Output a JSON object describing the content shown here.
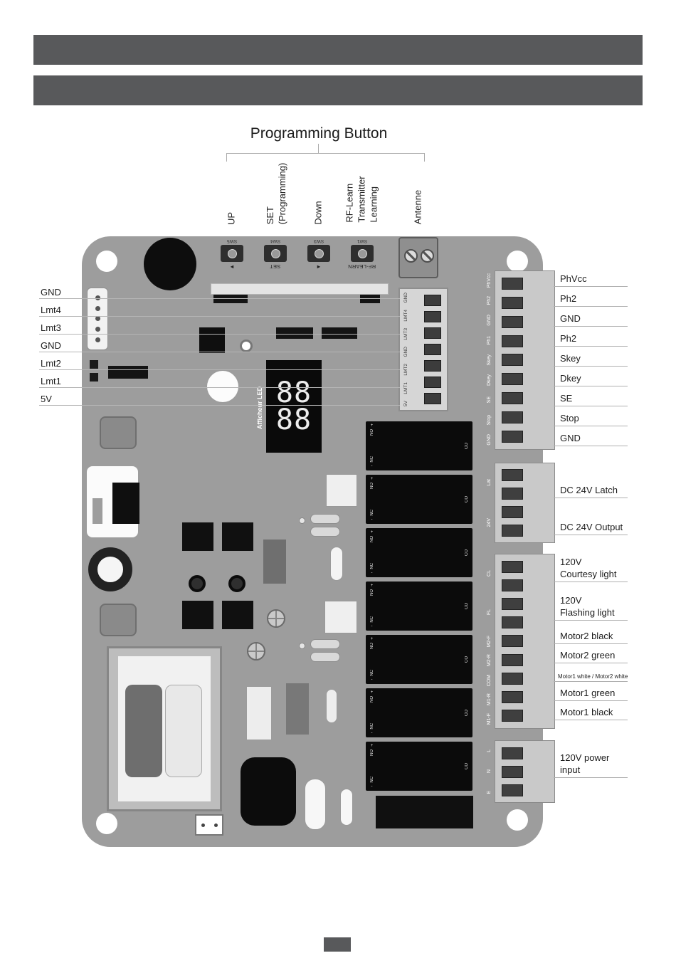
{
  "page": {
    "title": "Programming Button"
  },
  "colors": {
    "header_bar": "#58595b",
    "board": "#9d9d9d",
    "relay": "#0b0b0b",
    "annotation_line": "#b0b0b0"
  },
  "programming_group": {
    "labels": [
      "UP",
      "SET\n(Programming)",
      "Down",
      "RF-Learn\nTransmitter\nLearning",
      "Antenne"
    ]
  },
  "board": {
    "buttons": [
      {
        "id": "SW5",
        "caption": "◄"
      },
      {
        "id": "SW4",
        "caption": "SET"
      },
      {
        "id": "SW3",
        "caption": "►"
      },
      {
        "id": "SW1",
        "caption": "RF-LEARN"
      }
    ],
    "display": {
      "label": "Afficheur LED",
      "row1": "88",
      "row2": "88"
    },
    "connector_pins": [
      "GND",
      "LMT4",
      "LMT3",
      "GND",
      "LMT2",
      "LMT1",
      "5V"
    ],
    "relay": {
      "plus": "+",
      "no": "NO",
      "co": "CO",
      "nc": "NC",
      "minus": "-"
    }
  },
  "left_terminals": [
    "GND",
    "Lmt4",
    "Lmt3",
    "GND",
    "Lmt2",
    "Lmt1",
    "5V"
  ],
  "right_terminals": {
    "group1": {
      "pins": [
        "PhVcc",
        "Ph2",
        "GND",
        "Ph1",
        "Skey",
        "Dkey",
        "SE",
        "Stop",
        "GND"
      ],
      "labels": [
        "PhVcc",
        "Ph2",
        "GND",
        "Ph2",
        "Skey",
        "Dkey",
        "SE",
        "Stop",
        "GND"
      ]
    },
    "group2": {
      "pins": [
        "Lat",
        "24V"
      ],
      "labels": [
        "DC 24V Latch",
        "DC 24V Output"
      ]
    },
    "group3": {
      "pins": [
        "CL",
        "FL",
        "M2-F",
        "M2-R",
        "COM",
        "M1-R",
        "M1-F"
      ],
      "labels": [
        "120V\nCourtesy light",
        "120V\nFlashing light",
        "Motor2 black",
        "Motor2 green",
        "Motor1 white / Motor2 white",
        "Motor1 green",
        "Motor1 black"
      ]
    },
    "group4": {
      "pins": [
        "L",
        "N",
        "E"
      ],
      "labels": [
        "120V power input"
      ]
    }
  }
}
